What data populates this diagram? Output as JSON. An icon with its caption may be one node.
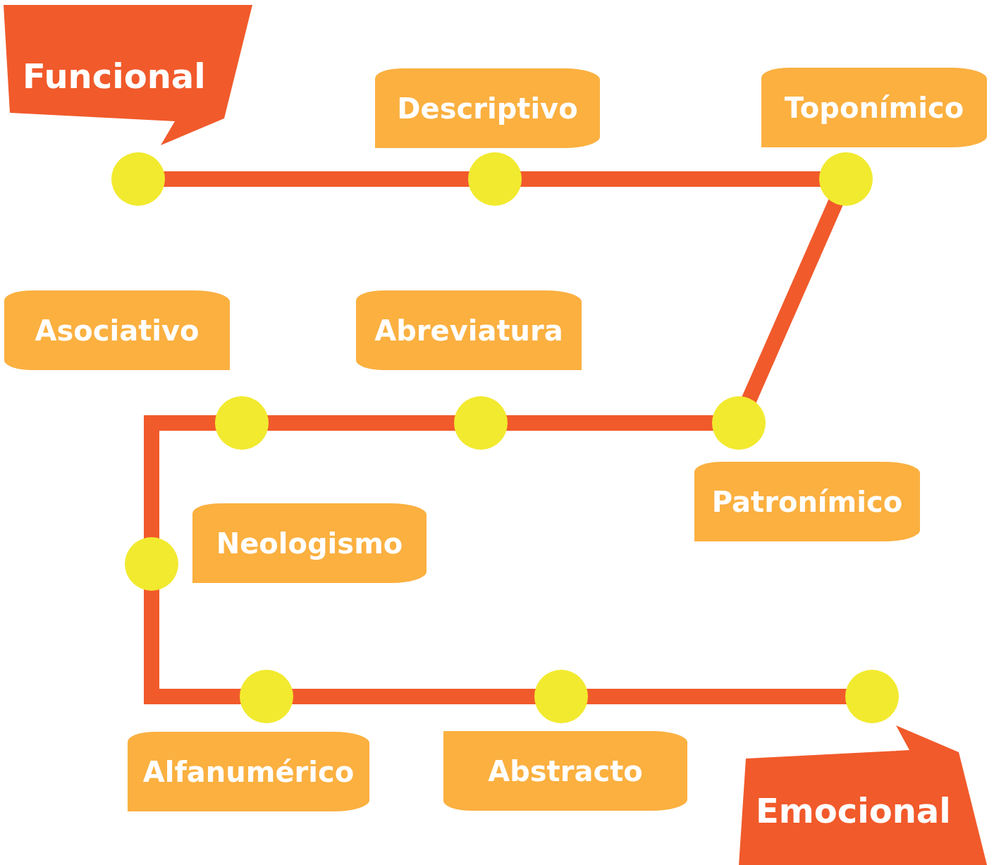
{
  "diagram": {
    "nodes": [
      {
        "text": [
          "Funcional"
        ]
      },
      {
        "text": [
          "Descriptivo"
        ]
      },
      {
        "text": [
          "Toponímico"
        ]
      },
      {
        "text": [],
        "shape": "circle"
      },
      {
        "text": [],
        "shape": "circle"
      },
      {
        "text": [],
        "shape": "circle"
      },
      {
        "text": [
          "Asociativo"
        ]
      },
      {
        "text": [
          "Abreviatura"
        ]
      },
      {
        "text": [],
        "shape": "circle"
      },
      {
        "text": [],
        "shape": "circle"
      },
      {
        "text": [],
        "shape": "circle"
      },
      {
        "text": [
          "Patronímico"
        ]
      },
      {
        "text": [],
        "shape": "circle"
      },
      {
        "text": [
          "Neologismo"
        ]
      },
      {
        "text": [],
        "shape": "circle"
      },
      {
        "text": [],
        "shape": "circle"
      },
      {
        "text": [],
        "shape": "circle"
      },
      {
        "text": [
          "Alfanumérico"
        ]
      },
      {
        "text": [
          "Abstracto"
        ]
      },
      {
        "text": [
          "Emocional"
        ]
      }
    ],
    "edges": [
      {
        "from": 3,
        "to": 4,
        "arrow": "none"
      },
      {
        "from": 4,
        "to": 5,
        "arrow": "none"
      },
      {
        "from": 5,
        "to": 10,
        "arrow": "none"
      },
      {
        "from": 10,
        "to": 9,
        "arrow": "none"
      },
      {
        "from": 9,
        "to": 8,
        "arrow": "none"
      },
      {
        "from": 8,
        "to": 12,
        "arrow": "none"
      },
      {
        "from": 12,
        "to": 14,
        "arrow": "none"
      },
      {
        "from": 14,
        "to": 15,
        "arrow": "none"
      },
      {
        "from": 15,
        "to": 16,
        "arrow": "none"
      }
    ]
  }
}
